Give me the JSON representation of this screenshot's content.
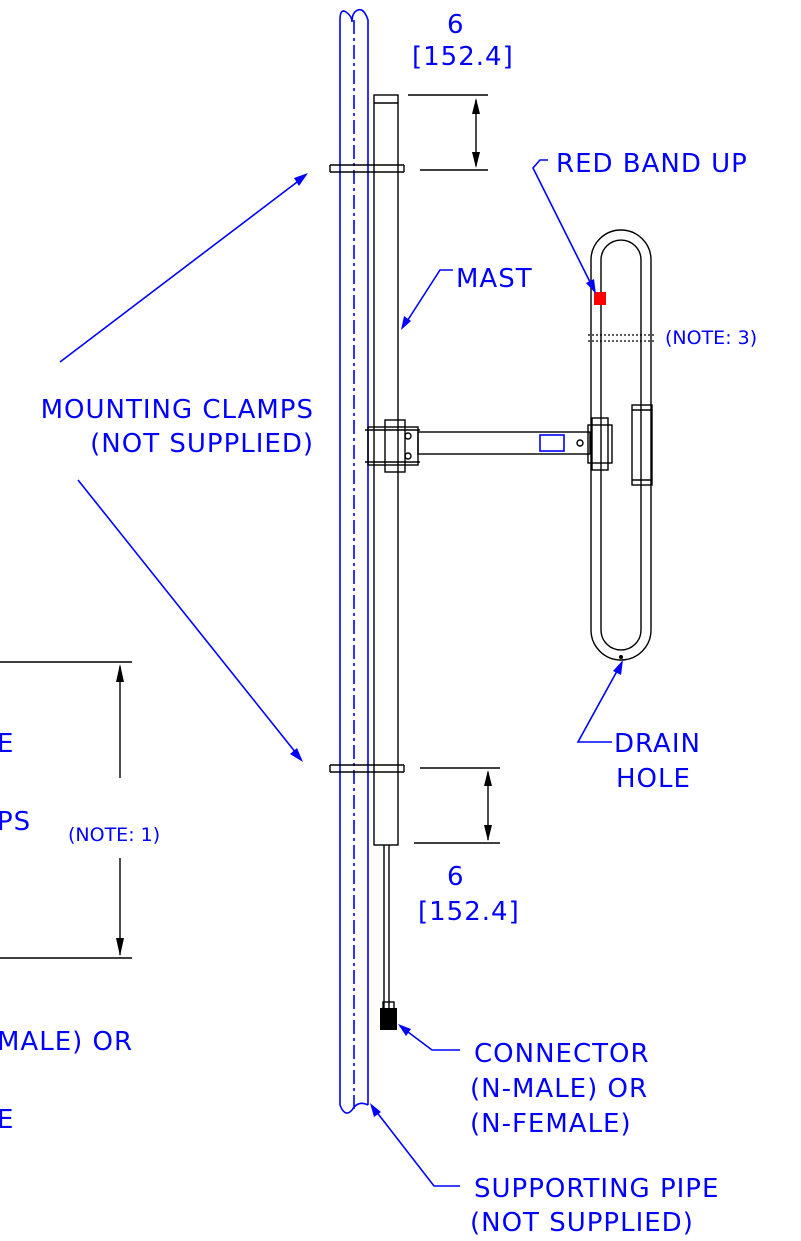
{
  "dimensions": {
    "top_value": "6",
    "top_metric": "[152.4]",
    "bottom_value": "6",
    "bottom_metric": "[152.4]"
  },
  "labels": {
    "red_band": "RED BAND UP",
    "mast": "MAST",
    "note3": "(NOTE: 3)",
    "mounting_clamps_1": "MOUNTING CLAMPS",
    "mounting_clamps_2": "(NOT SUPPLIED)",
    "drain_1": "DRAIN",
    "drain_2": "HOLE",
    "note1": "(NOTE: 1)",
    "left_frag_e": "E",
    "left_frag_ps": "PS",
    "left_frag_male": "MALE)  OR",
    "left_frag_e2": "E",
    "connector_1": "CONNECTOR",
    "connector_2": "(N-MALE)  OR",
    "connector_3": "(N-FEMALE)",
    "pipe_1": "SUPPORTING  PIPE",
    "pipe_2": "(NOT  SUPPLIED)"
  },
  "colors": {
    "annotation": "#0000ff",
    "outline": "#000000",
    "red_band": "#ff0000"
  }
}
